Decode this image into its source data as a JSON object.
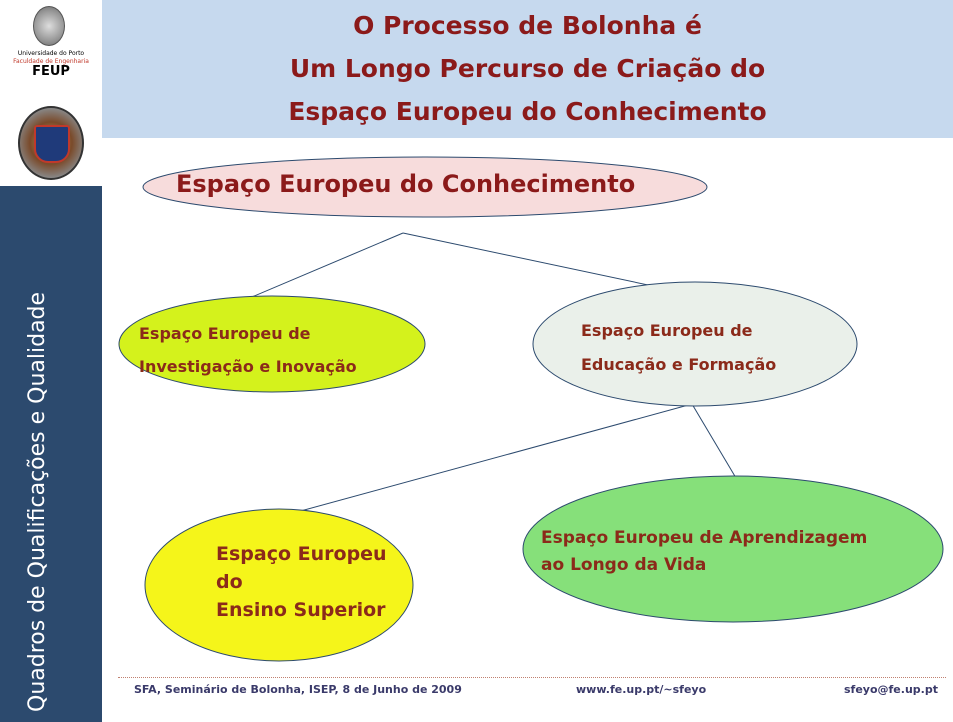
{
  "header": {
    "university": "Universidade do Porto",
    "faculty": "Faculdade de Engenharia",
    "acronym": "FEUP",
    "title_lines": [
      "O Processo de Bolonha é",
      "Um Longo Percurso de Criação do",
      "Espaço Europeu do Conhecimento"
    ]
  },
  "sidebar": {
    "vertical_text": "Quadros de Qualificações e Qualidade"
  },
  "diagram": {
    "root": "Espaço Europeu do Conhecimento",
    "investigacao": [
      "Espaço Europeu de",
      "Investigação e Inovação"
    ],
    "educacao": [
      "Espaço Europeu de",
      "Educação e Formação"
    ],
    "ensino": [
      "Espaço Europeu",
      "do",
      "Ensino Superior"
    ],
    "aprendizagem": [
      "Espaço Europeu de Aprendizagem",
      "ao Longo da Vida"
    ]
  },
  "footer": {
    "event": "SFA,  Seminário de Bolonha, ISEP, 8 de Junho de 2009",
    "website": "www.fe.up.pt/~sfeyo",
    "email": "sfeyo@fe.up.pt"
  },
  "colors": {
    "sidebar_bg": "#2c4a6e",
    "title_bar_bg": "#c6d9ee",
    "title_text": "#8b1a1a",
    "root_fill": "#f7dcdc",
    "investigacao_fill": "#d4f21c",
    "educacao_fill": "#eaf0ea",
    "ensino_fill": "#f5f51a",
    "aprendizagem_fill": "#86e07a"
  }
}
